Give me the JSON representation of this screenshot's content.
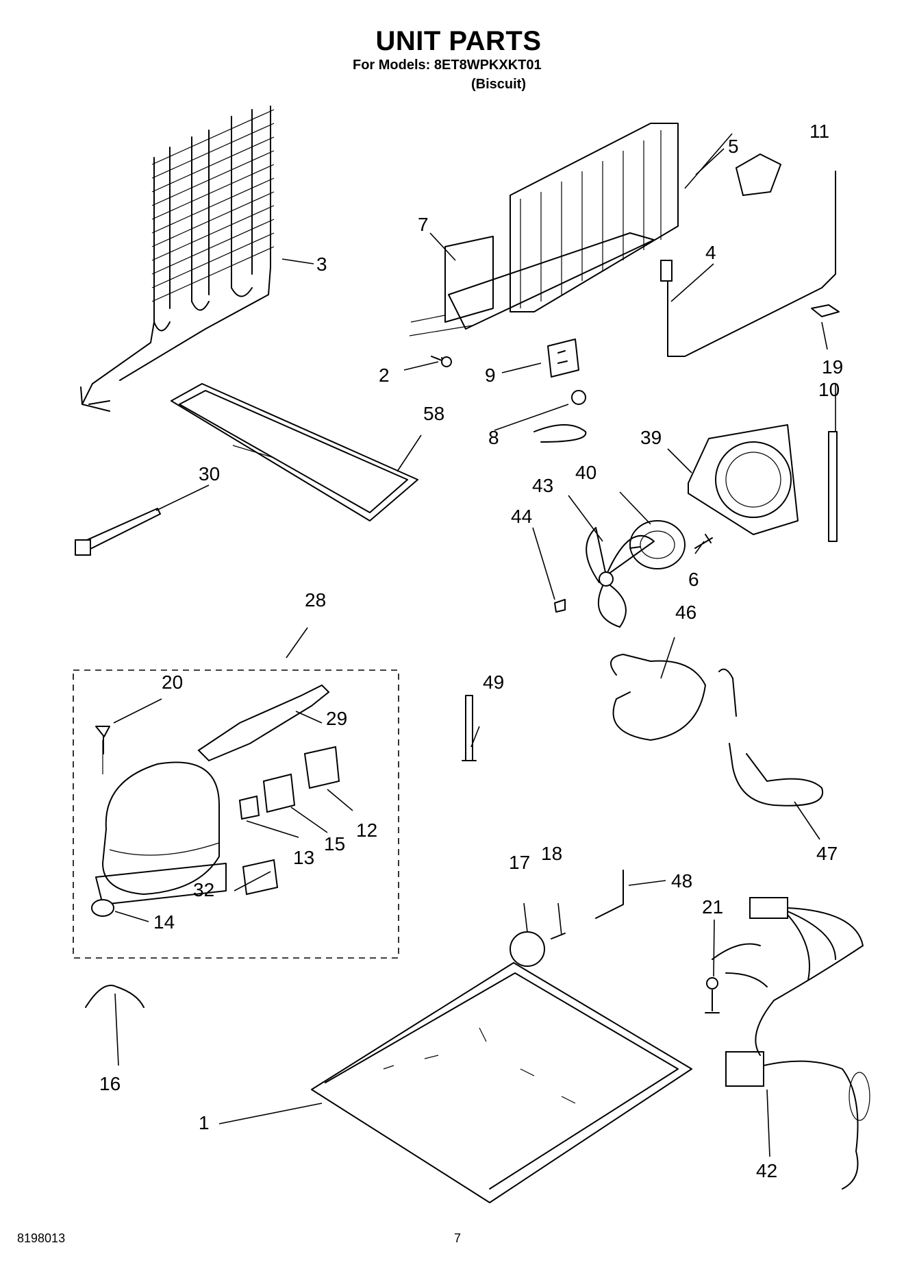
{
  "header": {
    "title": "UNIT PARTS",
    "models_line": "For Models: 8ET8WPKXKT01",
    "color_line": "(Biscuit)"
  },
  "footer": {
    "doc_number": "8198013",
    "page_number": "7"
  },
  "callouts": {
    "c1": "1",
    "c2": "2",
    "c3": "3",
    "c4": "4",
    "c5": "5",
    "c6": "6",
    "c7": "7",
    "c8": "8",
    "c9": "9",
    "c10": "10",
    "c11": "11",
    "c12": "12",
    "c13": "13",
    "c14": "14",
    "c15": "15",
    "c16": "16",
    "c17": "17",
    "c18": "18",
    "c19": "19",
    "c20": "20",
    "c21": "21",
    "c28": "28",
    "c29": "29",
    "c30": "30",
    "c32": "32",
    "c39": "39",
    "c40": "40",
    "c42": "42",
    "c43": "43",
    "c44": "44",
    "c46": "46",
    "c47": "47",
    "c48": "48",
    "c49": "49",
    "c58": "58"
  }
}
